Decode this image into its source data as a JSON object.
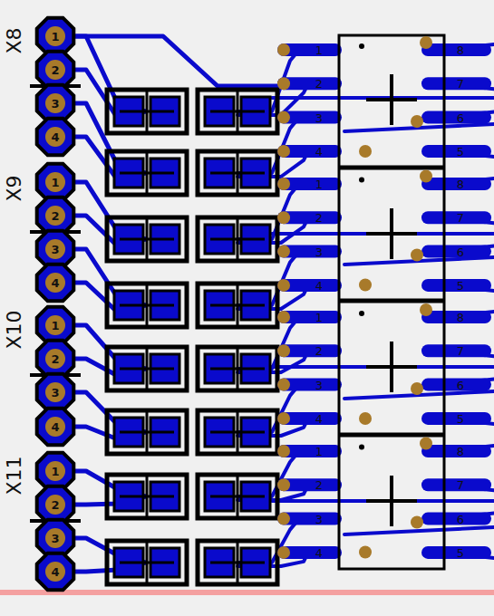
{
  "diagram": {
    "labels": [
      "X8",
      "1",
      "2",
      "3",
      "4",
      "X9",
      "1",
      "2",
      "3",
      "4",
      "X10",
      "1",
      "2",
      "3",
      "4",
      "X11",
      "1",
      "2",
      "3",
      "4",
      "1",
      "2",
      "3",
      "4",
      "8",
      "7",
      "6",
      "5",
      "1",
      "2",
      "3",
      "4",
      "8",
      "7",
      "6",
      "5",
      "1",
      "2",
      "3",
      "4",
      "8",
      "7",
      "6",
      "5",
      "1",
      "2",
      "3",
      "4",
      "8",
      "7",
      "6",
      "5"
    ]
  }
}
